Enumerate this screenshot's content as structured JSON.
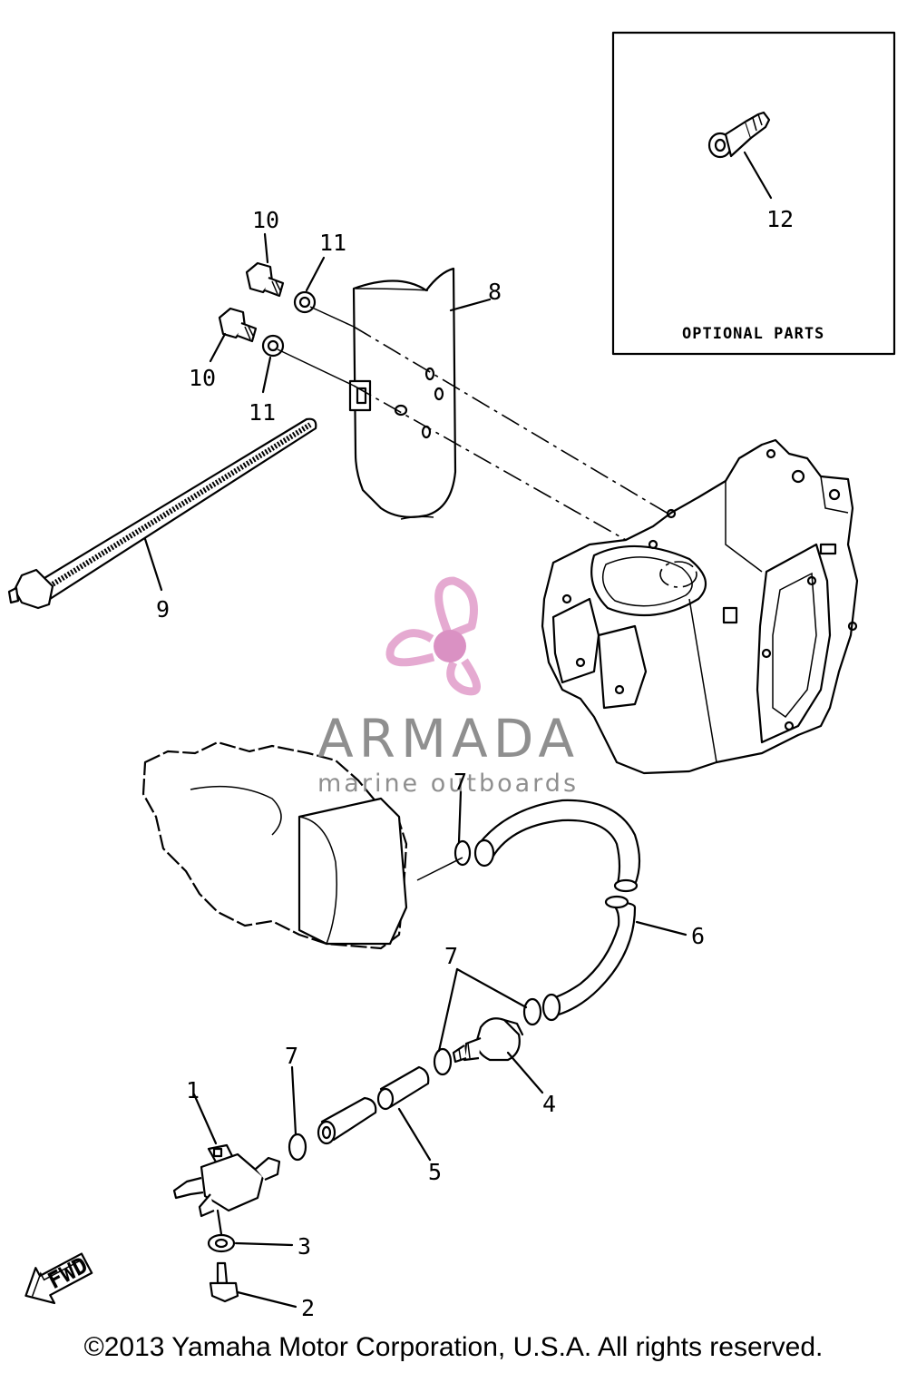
{
  "callouts": {
    "c1": "1",
    "c2": "2",
    "c3": "3",
    "c4": "4",
    "c5": "5",
    "c6": "6",
    "c7a": "7",
    "c7b": "7",
    "c7c": "7",
    "c8": "8",
    "c9": "9",
    "c10a": "10",
    "c10b": "10",
    "c11a": "11",
    "c11b": "11",
    "c12": "12"
  },
  "optional_box": {
    "title": "OPTIONAL PARTS"
  },
  "direction_arrow": {
    "label": "FWD"
  },
  "watermark": {
    "brand": "ARMADA",
    "tagline": "marine outboards",
    "propeller_color": "#e4a6cf",
    "hub_color": "#d98cc0",
    "text_color": "#8a8a8a"
  },
  "copyright": "©2013 Yamaha Motor Corporation, U.S.A. All rights reserved."
}
